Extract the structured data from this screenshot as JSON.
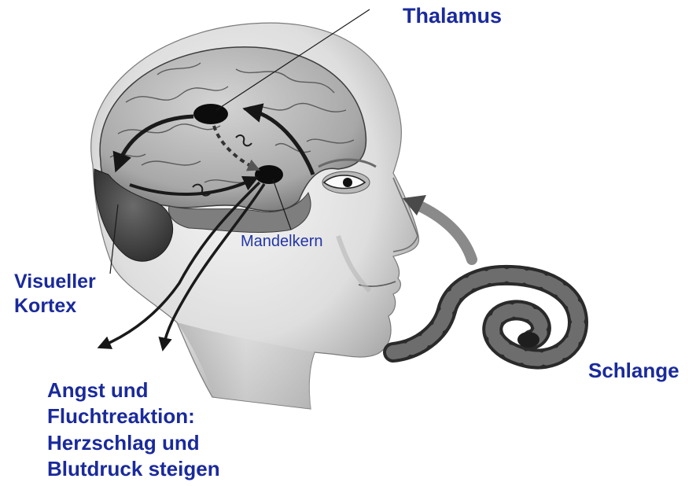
{
  "labels": {
    "thalamus": "Thalamus",
    "mandelkern": "Mandelkern",
    "visual_cortex": [
      "Visueller",
      "Kortex"
    ],
    "snake": "Schlange",
    "reaction": [
      "Angst und",
      "Fluchtreaktion:",
      "Herzschlag und",
      "Blutdruck steigen"
    ]
  },
  "colors": {
    "label_text": "#1a2a9c",
    "illustration_dark": "#141414",
    "illustration_mid": "#8a8a8a",
    "skin": "#e9e9e9"
  }
}
